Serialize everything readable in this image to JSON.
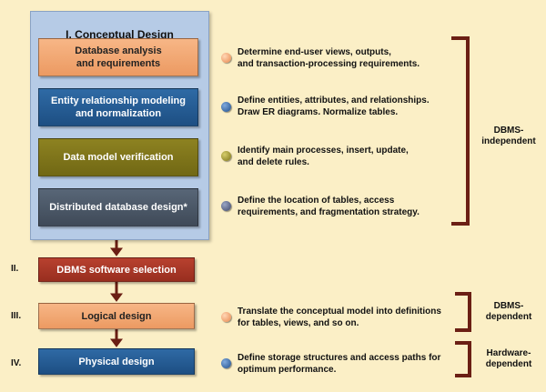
{
  "colors": {
    "background": "#fbefc6",
    "panel": "#b6cbe6",
    "bracket": "#6b1f14",
    "arrow": "#6b1f14"
  },
  "phase1": {
    "numeral": "I.",
    "title": "I. Conceptual Design",
    "steps": [
      {
        "label": "Database analysis\nand requirements",
        "desc": "Determine end-user views, outputs,\nand transaction-processing requirements.",
        "color": "orange"
      },
      {
        "label": "Entity relationship modeling\nand normalization",
        "desc": "Define entities, attributes, and relationships.\nDraw ER diagrams. Normalize tables.",
        "color": "blue"
      },
      {
        "label": "Data model verification",
        "desc": "Identify main processes, insert, update,\nand delete rules.",
        "color": "olive"
      },
      {
        "label": "Distributed database design*",
        "desc": "Define the location of tables, access\nrequirements, and fragmentation strategy.",
        "color": "slate"
      }
    ]
  },
  "phase2": {
    "numeral": "II.",
    "label": "DBMS software selection"
  },
  "phase3": {
    "numeral": "III.",
    "label": "Logical design",
    "desc": "Translate the conceptual model into definitions\nfor tables, views, and so on."
  },
  "phase4": {
    "numeral": "IV.",
    "label": "Physical design",
    "desc": "Define storage structures and access paths for\noptimum performance."
  },
  "brackets": {
    "b1": "DBMS-\nindependent",
    "b2": "DBMS-\ndependent",
    "b3": "Hardware-\ndependent"
  }
}
